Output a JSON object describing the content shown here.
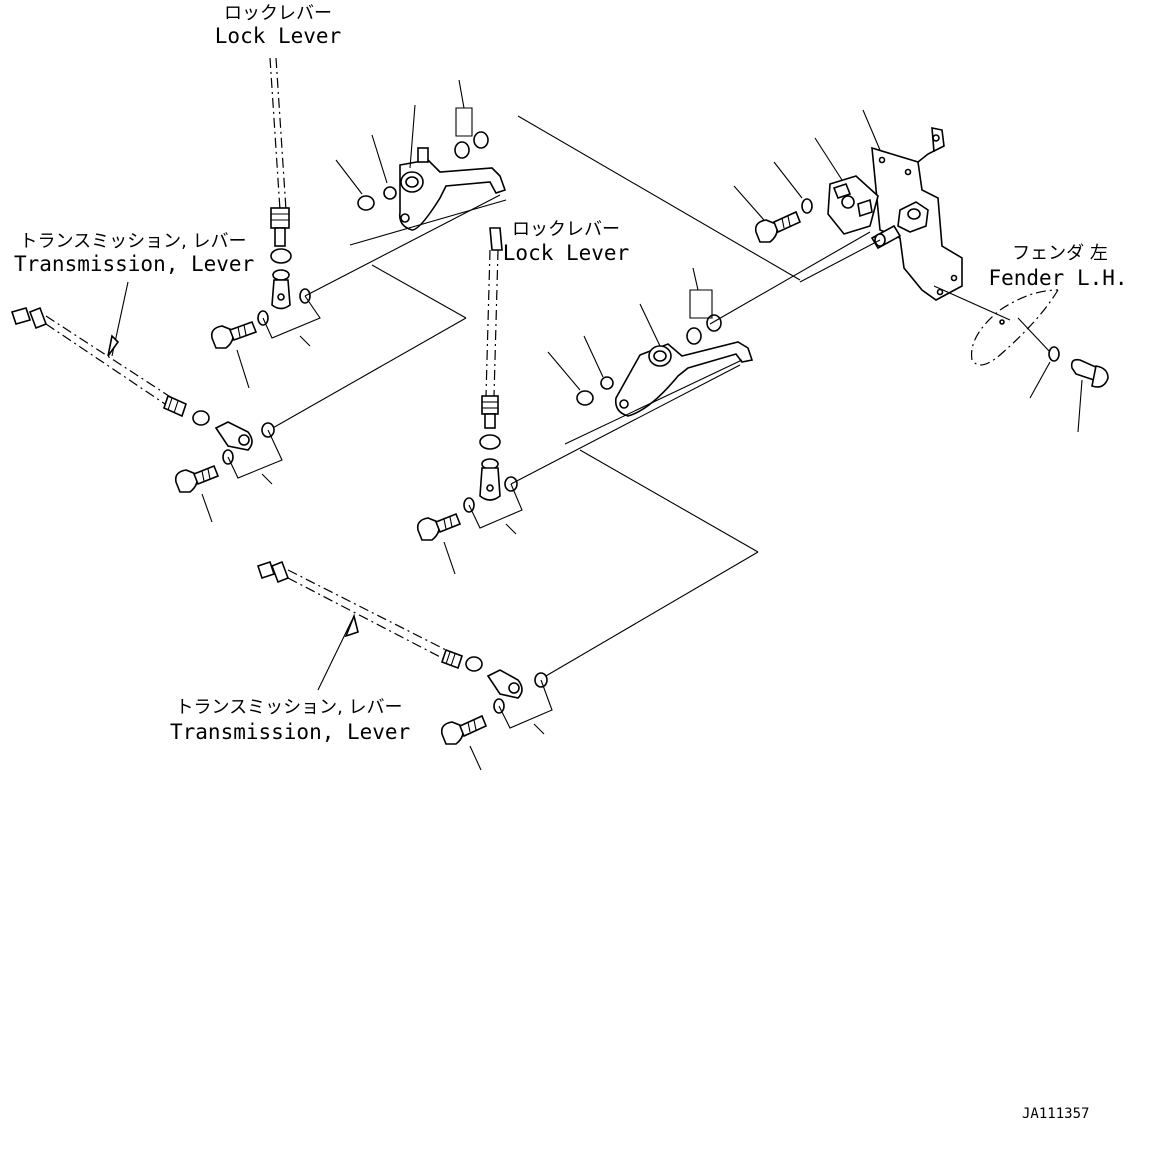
{
  "labels": {
    "lock_lever_1": {
      "jp": "ロックレバー",
      "en": "Lock Lever"
    },
    "lock_lever_2": {
      "jp": "ロックレバー",
      "en": "Lock Lever"
    },
    "transmission_lever_1": {
      "jp": "トランスミッション, レバー",
      "en": "Transmission, Lever"
    },
    "transmission_lever_2": {
      "jp": "トランスミッション, レバー",
      "en": "Transmission, Lever"
    },
    "fender_lh": {
      "jp": "フェンダ 左",
      "en": "Fender L.H."
    }
  },
  "drawing_code": "JA111357"
}
